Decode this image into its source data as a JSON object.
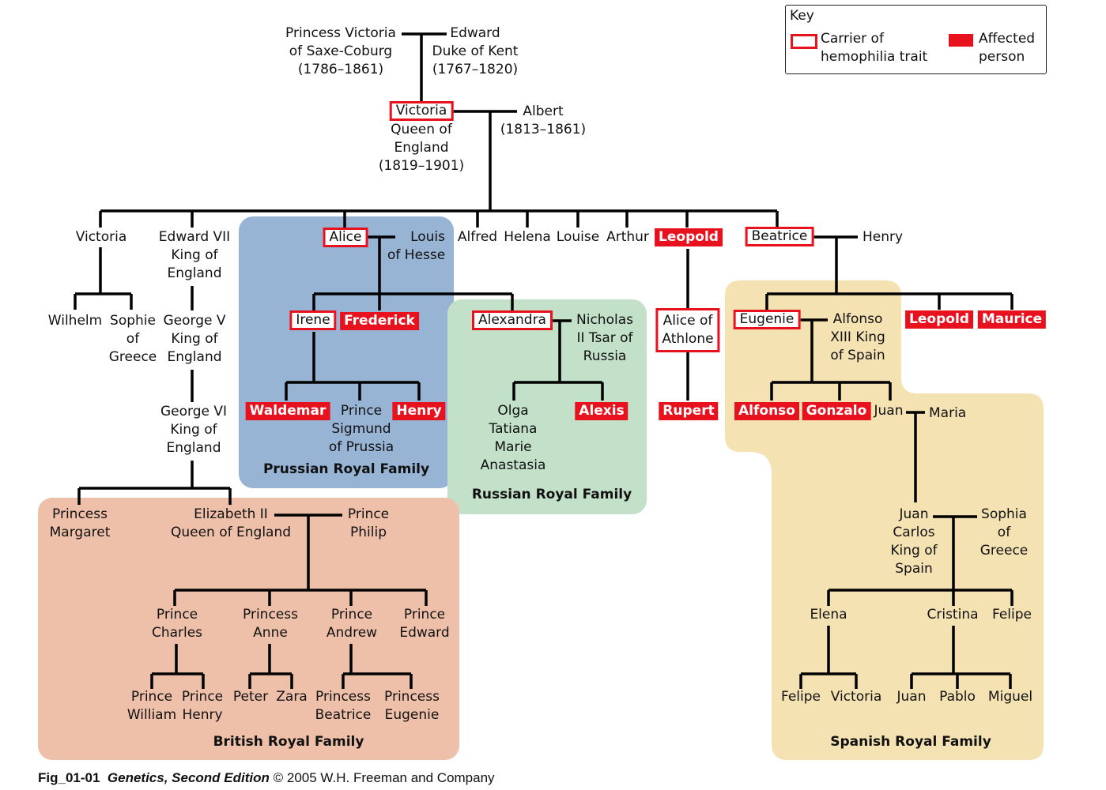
{
  "key": {
    "title": "Key",
    "carrier": "Carrier of\nhemophilia trait",
    "affected": "Affected\nperson"
  },
  "people": {
    "victoria_saxe": "Princess Victoria\nof Saxe-Coburg\n(1786–1861)",
    "edward_kent": "Edward\nDuke of Kent\n(1767–1820)",
    "victoria_queen": "Victoria",
    "victoria_queen_sub": "Queen of\nEngland\n(1819–1901)",
    "albert": "Albert\n(1813–1861)",
    "victoria_child": "Victoria",
    "edward_vii": "Edward VII\nKing of\nEngland",
    "alice": "Alice",
    "louis": "Louis\nof Hesse",
    "alfred": "Alfred",
    "helena": "Helena",
    "louise": "Louise",
    "arthur": "Arthur",
    "leopold": "Leopold",
    "beatrice": "Beatrice",
    "henry_spouse": "Henry",
    "wilhelm": "Wilhelm",
    "sophie": "Sophie\nof\nGreece",
    "george_v": "George V\nKing of\nEngland",
    "george_vi": "George VI\nKing of\nEngland",
    "irene": "Irene",
    "frederick": "Frederick",
    "alexandra": "Alexandra",
    "nicholas": "Nicholas\nII Tsar of\nRussia",
    "alice_athlone": "Alice of\nAthlone",
    "eugenie_sp": "Eugenie",
    "alfonso_xiii": "Alfonso\nXIII King\nof Spain",
    "leopold_sp": "Leopold",
    "maurice": "Maurice",
    "waldemar": "Waldemar",
    "sigmund": "Prince\nSigmund\nof Prussia",
    "henry_pr": "Henry",
    "olga": "Olga\nTatiana\nMarie\nAnastasia",
    "alexis": "Alexis",
    "rupert": "Rupert",
    "alfonso": "Alfonso",
    "gonzalo": "Gonzalo",
    "juan": "Juan",
    "maria": "Maria",
    "margaret": "Princess\nMargaret",
    "elizabeth": "Elizabeth II\nQueen of England",
    "philip": "Prince\nPhilip",
    "juan_carlos": "Juan\nCarlos\nKing of\nSpain",
    "sophia": "Sophia\nof\nGreece",
    "charles": "Prince\nCharles",
    "anne": "Princess\nAnne",
    "andrew": "Prince\nAndrew",
    "edward": "Prince\nEdward",
    "elena": "Elena",
    "cristina": "Cristina",
    "felipe": "Felipe",
    "william": "Prince\nWilliam",
    "henry_br": "Prince\nHenry",
    "peter": "Peter",
    "zara": "Zara",
    "beatrice_br": "Princess\nBeatrice",
    "eugenie_br": "Princess\nEugenie",
    "felipe_sp": "Felipe",
    "victoria_sp": "Victoria",
    "juan_sp": "Juan",
    "pablo": "Pablo",
    "miguel": "Miguel"
  },
  "families": {
    "prussian": "Prussian Royal Family",
    "russian": "Russian Royal Family",
    "british": "British Royal Family",
    "spanish": "Spanish Royal Family"
  },
  "caption": {
    "fig": "Fig_01-01",
    "book": "Genetics, Second Edition",
    "rest": "© 2005 W.H. Freeman and Company"
  },
  "colors": {
    "carrier_border": "#e8121e",
    "affected_fill": "#e8121e",
    "prussian": "#98b4d4",
    "russian": "#c3e0c9",
    "british": "#efc0a9",
    "spanish": "#f4e2b3"
  }
}
